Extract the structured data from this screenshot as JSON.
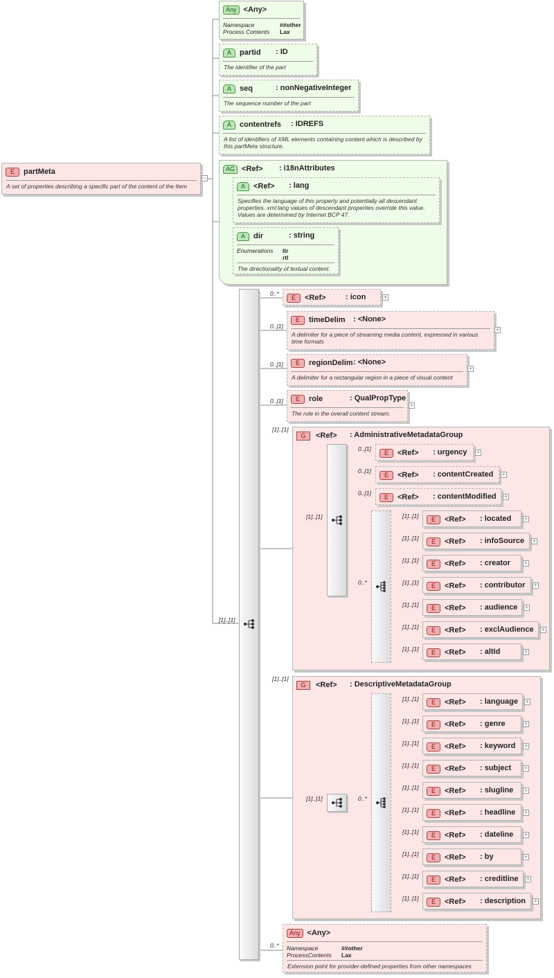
{
  "root": {
    "badge": "E",
    "name": "partMeta",
    "doc": "A set of properties describing a specific part of the content of the Item"
  },
  "any_top": {
    "badge": "Any",
    "name": "<Any>",
    "ns_label": "Namespace",
    "ns_value": "##other",
    "pc_label": "Process Contents",
    "pc_value": "Lax"
  },
  "attrs": [
    {
      "badge": "A",
      "name": "partid",
      "type": ": ID",
      "doc": "The identifier of the part"
    },
    {
      "badge": "A",
      "name": "seq",
      "type": ": nonNegativeInteger",
      "doc": "The sequence number of the part"
    },
    {
      "badge": "A",
      "name": "contentrefs",
      "type": ": IDREFS",
      "doc": "A list of identifiers of XML elements containing content which is described by this partMeta structure."
    }
  ],
  "i18n": {
    "badge": "AG",
    "ref": "<Ref>",
    "name": ": i18nAttributes",
    "lang": {
      "badge": "A",
      "ref": "<Ref>",
      "name": ": lang",
      "doc": "Specifies the language of this property and potentially all descendant properties. xml:lang values of descendant properties override this value. Values are determined by Internet BCP 47."
    },
    "dir": {
      "badge": "A",
      "name": "dir",
      "type": ": string",
      "enum_label": "Enumerations",
      "enum1": "ltr",
      "enum2": "rtl",
      "doc": "The directionality of textual content."
    }
  },
  "main_card": "[1]..[1]",
  "elements": [
    {
      "card": "0..*",
      "badge": "E",
      "ref": "<Ref>",
      "name": ": icon"
    },
    {
      "card": "0..[1]",
      "badge": "E",
      "name": "timeDelim",
      "type": ": <None>",
      "doc": "A delimiter for a piece of streaming media content, expressed in various time formats"
    },
    {
      "card": "0..[1]",
      "badge": "E",
      "name": "regionDelim",
      "type": ": <None>",
      "doc": "A delimiter for a rectangular region in a piece of visual content"
    },
    {
      "card": "0..[1]",
      "badge": "E",
      "name": "role",
      "type": ": QualPropType",
      "doc": "The role in the overall content stream."
    }
  ],
  "admin": {
    "card": "[1]..[1]",
    "badge": "G",
    "ref": "<Ref>",
    "name": ": AdministrativeMetadataGroup",
    "seq_card": "[1]..[1]",
    "choice_card": "0..*",
    "opt": [
      {
        "card": "0..[1]",
        "badge": "E",
        "ref": "<Ref>",
        "name": ": urgency"
      },
      {
        "card": "0..[1]",
        "badge": "E",
        "ref": "<Ref>",
        "name": ": contentCreated"
      },
      {
        "card": "0..[1]",
        "badge": "E",
        "ref": "<Ref>",
        "name": ": contentModified"
      }
    ],
    "items": [
      {
        "card": "[1]..[1]",
        "badge": "E",
        "ref": "<Ref>",
        "name": ": located"
      },
      {
        "card": "[1]..[1]",
        "badge": "E",
        "ref": "<Ref>",
        "name": ": infoSource"
      },
      {
        "card": "[1]..[1]",
        "badge": "E",
        "ref": "<Ref>",
        "name": ": creator"
      },
      {
        "card": "[1]..[1]",
        "badge": "E",
        "ref": "<Ref>",
        "name": ": contributor"
      },
      {
        "card": "[1]..[1]",
        "badge": "E",
        "ref": "<Ref>",
        "name": ": audience"
      },
      {
        "card": "[1]..[1]",
        "badge": "E",
        "ref": "<Ref>",
        "name": ": exclAudience"
      },
      {
        "card": "[1]..[1]",
        "badge": "E",
        "ref": "<Ref>",
        "name": ": altId"
      }
    ]
  },
  "desc": {
    "card": "[1]..[1]",
    "badge": "G",
    "ref": "<Ref>",
    "name": ": DescriptiveMetadataGroup",
    "seq_card": "[1]..[1]",
    "choice_card": "0..*",
    "items": [
      {
        "card": "[1]..[1]",
        "badge": "E",
        "ref": "<Ref>",
        "name": ": language"
      },
      {
        "card": "[1]..[1]",
        "badge": "E",
        "ref": "<Ref>",
        "name": ": genre"
      },
      {
        "card": "[1]..[1]",
        "badge": "E",
        "ref": "<Ref>",
        "name": ": keyword"
      },
      {
        "card": "[1]..[1]",
        "badge": "E",
        "ref": "<Ref>",
        "name": ": subject"
      },
      {
        "card": "[1]..[1]",
        "badge": "E",
        "ref": "<Ref>",
        "name": ": slugline"
      },
      {
        "card": "[1]..[1]",
        "badge": "E",
        "ref": "<Ref>",
        "name": ": headline"
      },
      {
        "card": "[1]..[1]",
        "badge": "E",
        "ref": "<Ref>",
        "name": ": dateline"
      },
      {
        "card": "[1]..[1]",
        "badge": "E",
        "ref": "<Ref>",
        "name": ": by"
      },
      {
        "card": "[1]..[1]",
        "badge": "E",
        "ref": "<Ref>",
        "name": ": creditline"
      },
      {
        "card": "[1]..[1]",
        "badge": "E",
        "ref": "<Ref>",
        "name": ": description"
      }
    ]
  },
  "any_bottom": {
    "card": "0..*",
    "badge": "Any",
    "name": "<Any>",
    "ns_label": "Namespace",
    "ns_value": "##other",
    "pc_label": "ProcessContents",
    "pc_value": "Lax",
    "doc": "Extension point for provider-defined properties from other namespaces"
  }
}
